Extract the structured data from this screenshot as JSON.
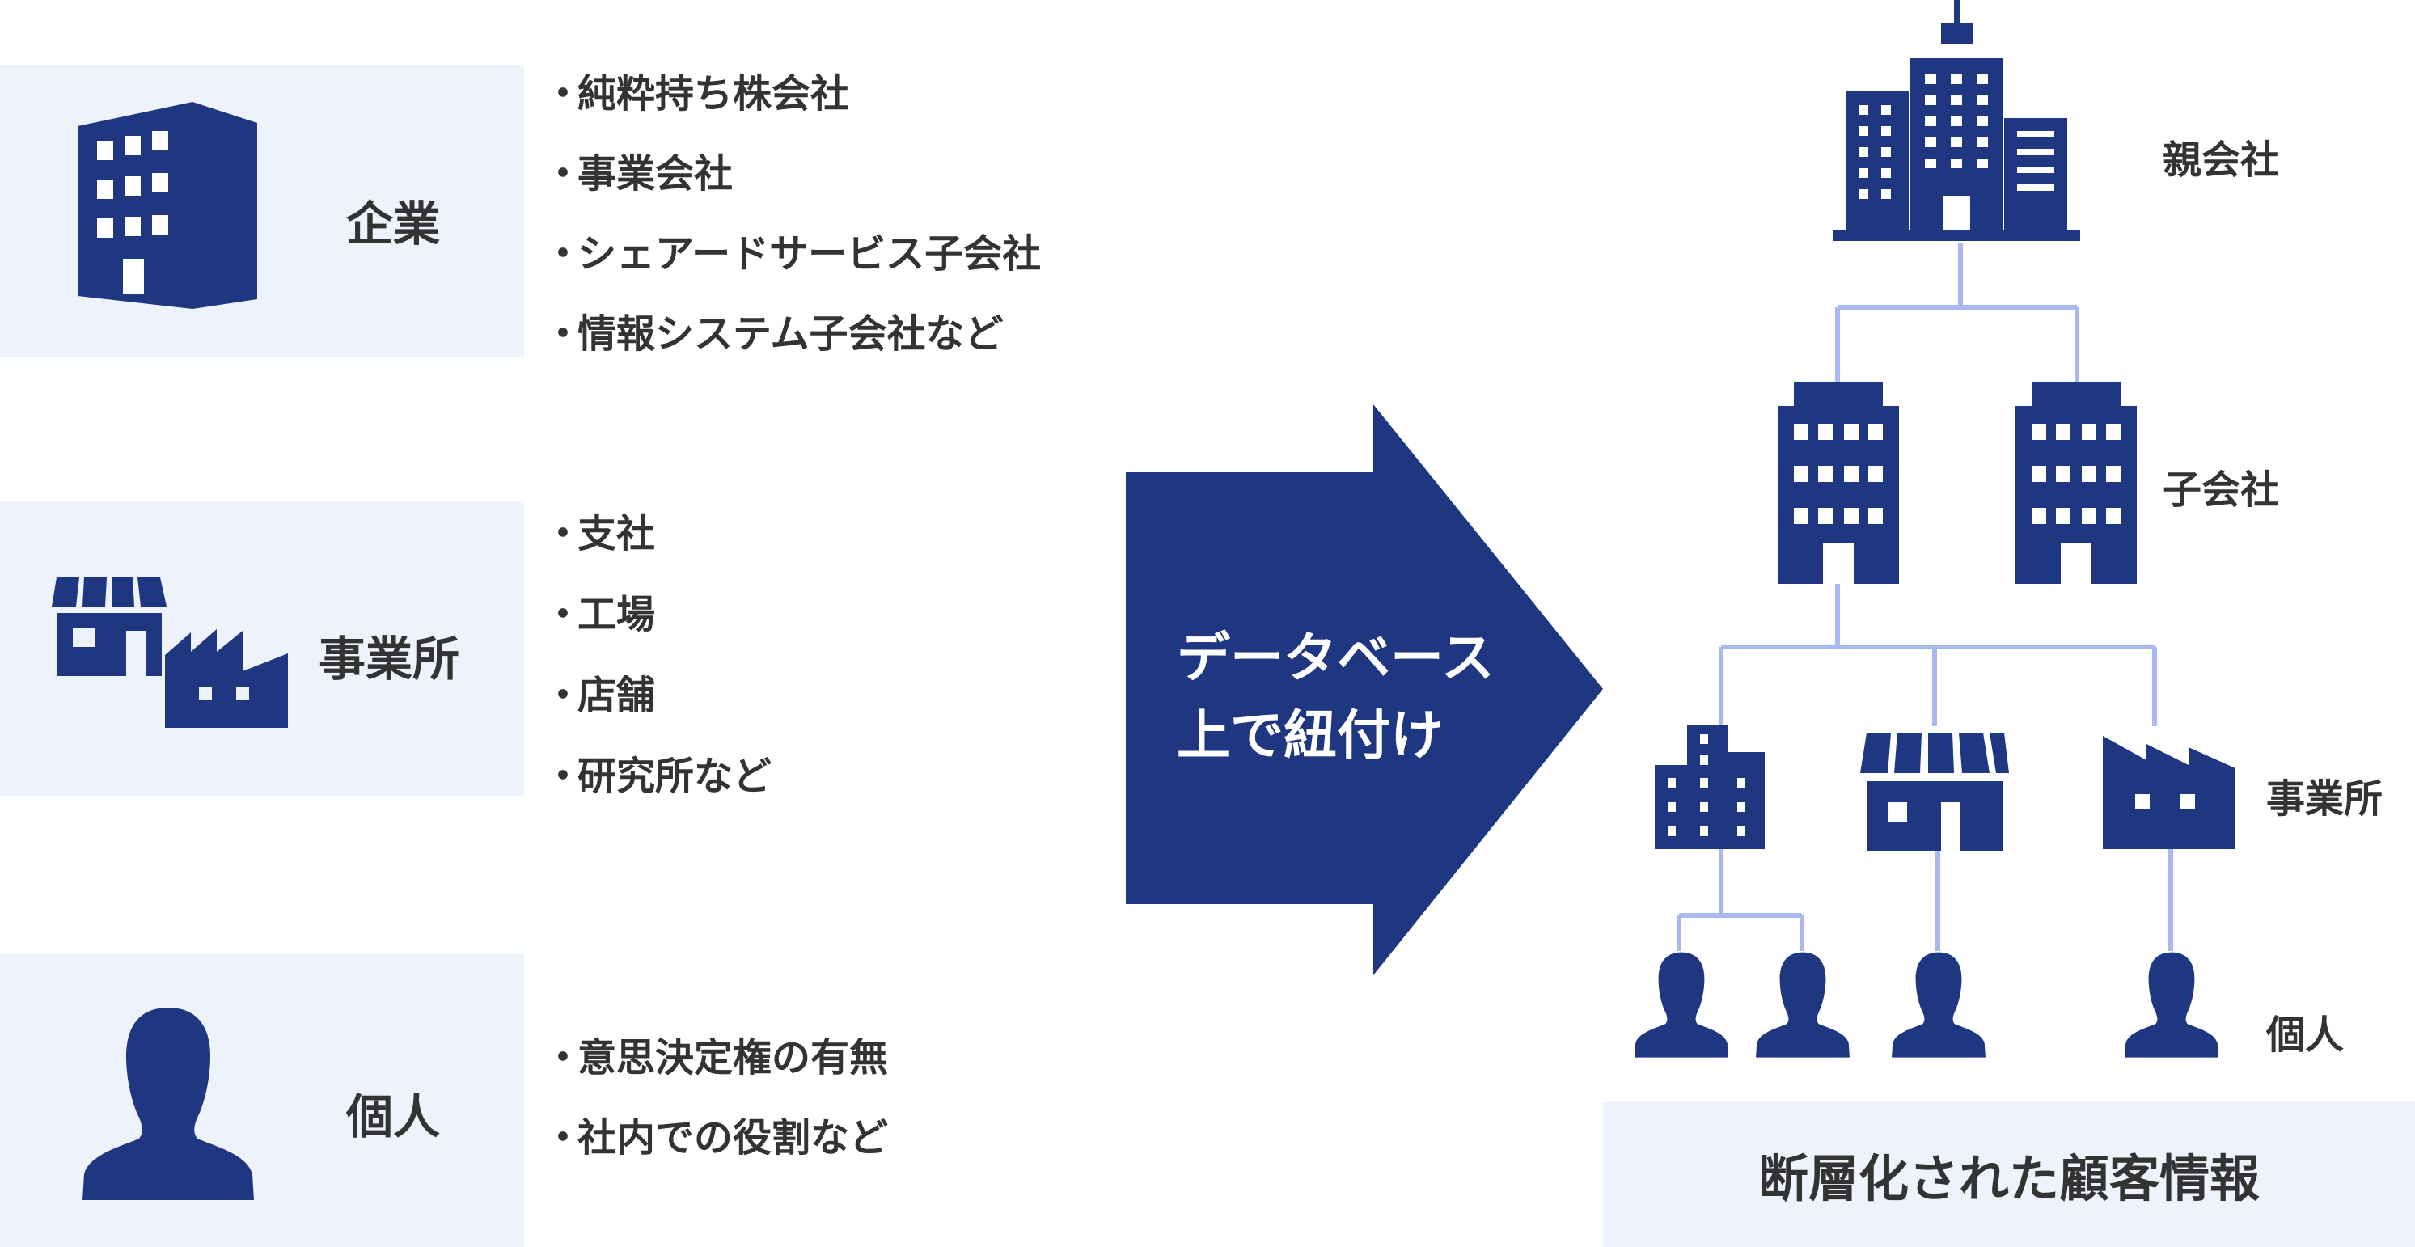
{
  "categories": [
    {
      "id": "kigyo",
      "label": "企業",
      "icon": "office-building-icon",
      "items": [
        "純粋持ち株会社",
        "事業会社",
        "シェアードサービス子会社",
        "情報システム子会社など"
      ]
    },
    {
      "id": "jigyosho",
      "label": "事業所",
      "icon": "store-and-factory-icon",
      "items": [
        "支社",
        "工場",
        "店舗",
        "研究所など"
      ]
    },
    {
      "id": "kojin",
      "label": "個人",
      "icon": "person-icon",
      "items": [
        "意思決定権の有無",
        "社内での役割など"
      ]
    }
  ],
  "bullet_mark": "・",
  "arrow": {
    "line1": "データベース",
    "line2": "上で紐付け"
  },
  "hierarchy": {
    "parent_label": "親会社",
    "subsidiary_label": "子会社",
    "office_label": "事業所",
    "individual_label": "個人"
  },
  "result_label": "断層化された顧客情報",
  "colors": {
    "navy": "#1f3681",
    "panel": "#eef2fa",
    "connector": "#a9b8ee",
    "text": "#333333"
  }
}
